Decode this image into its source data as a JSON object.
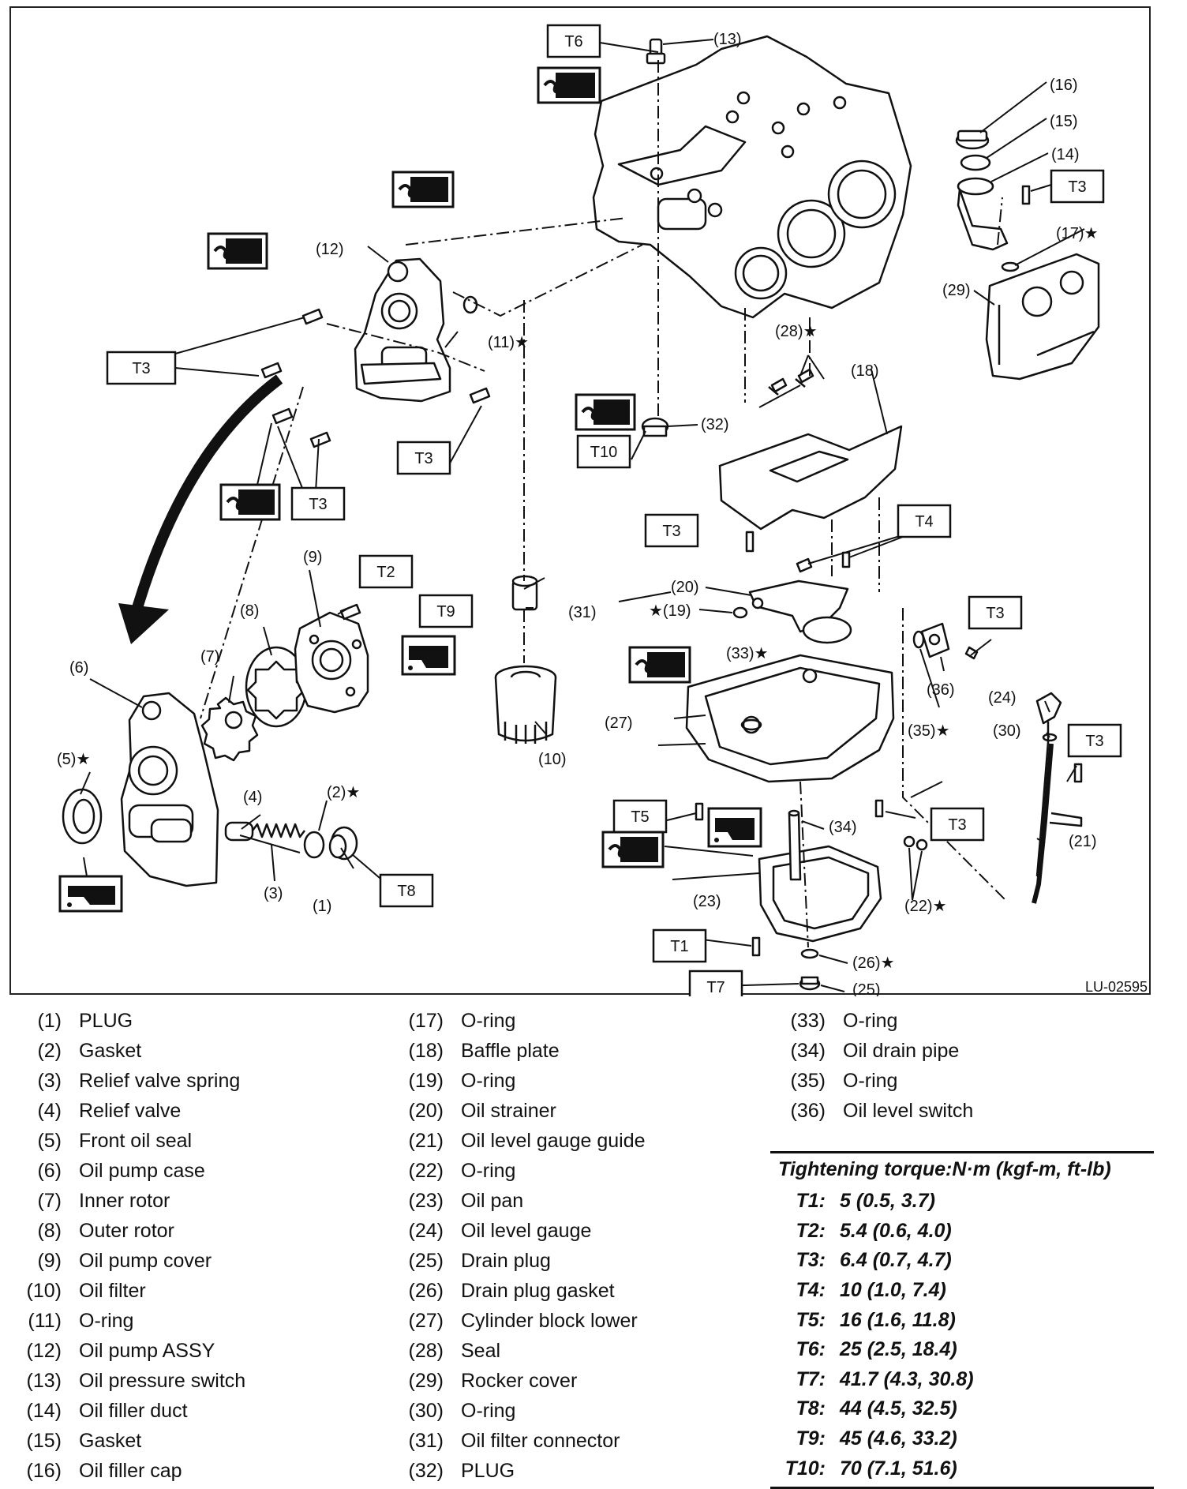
{
  "figure_code": "LU-02595",
  "callouts": [
    "(1)",
    "(2)",
    "(3)",
    "(4)",
    "(5)",
    "(6)",
    "(7)",
    "(8)",
    "(9)",
    "(10)",
    "(11)",
    "(12)",
    "(13)",
    "(14)",
    "(15)",
    "(16)",
    "(17)",
    "(18)",
    "(19)",
    "(20)",
    "(21)",
    "(22)",
    "(23)",
    "(24)",
    "(25)",
    "(26)",
    "(27)",
    "(28)",
    "(29)",
    "(30)",
    "(31)",
    "(32)",
    "(33)",
    "(34)",
    "(35)",
    "(36)"
  ],
  "torque_tags": [
    "T1",
    "T2",
    "T3",
    "T4",
    "T5",
    "T6",
    "T7",
    "T8",
    "T9",
    "T10"
  ],
  "star_symbol": "★",
  "icons": [
    "sealant-tube-icon",
    "engine-oil-can-icon"
  ],
  "legend": {
    "columns": [
      [
        {
          "num": "(1)",
          "name": "PLUG"
        },
        {
          "num": "(2)",
          "name": "Gasket"
        },
        {
          "num": "(3)",
          "name": "Relief valve spring"
        },
        {
          "num": "(4)",
          "name": "Relief valve"
        },
        {
          "num": "(5)",
          "name": "Front oil seal"
        },
        {
          "num": "(6)",
          "name": "Oil pump case"
        },
        {
          "num": "(7)",
          "name": "Inner rotor"
        },
        {
          "num": "(8)",
          "name": "Outer rotor"
        },
        {
          "num": "(9)",
          "name": "Oil pump cover"
        },
        {
          "num": "(10)",
          "name": "Oil filter"
        },
        {
          "num": "(11)",
          "name": "O-ring"
        },
        {
          "num": "(12)",
          "name": "Oil pump ASSY"
        },
        {
          "num": "(13)",
          "name": "Oil pressure switch"
        },
        {
          "num": "(14)",
          "name": "Oil filler duct"
        },
        {
          "num": "(15)",
          "name": "Gasket"
        },
        {
          "num": "(16)",
          "name": "Oil filler cap"
        }
      ],
      [
        {
          "num": "(17)",
          "name": "O-ring"
        },
        {
          "num": "(18)",
          "name": "Baffle plate"
        },
        {
          "num": "(19)",
          "name": "O-ring"
        },
        {
          "num": "(20)",
          "name": "Oil strainer"
        },
        {
          "num": "(21)",
          "name": "Oil level gauge guide"
        },
        {
          "num": "(22)",
          "name": "O-ring"
        },
        {
          "num": "(23)",
          "name": "Oil pan"
        },
        {
          "num": "(24)",
          "name": "Oil level gauge"
        },
        {
          "num": "(25)",
          "name": "Drain plug"
        },
        {
          "num": "(26)",
          "name": "Drain plug gasket"
        },
        {
          "num": "(27)",
          "name": "Cylinder block lower"
        },
        {
          "num": "(28)",
          "name": "Seal"
        },
        {
          "num": "(29)",
          "name": "Rocker cover"
        },
        {
          "num": "(30)",
          "name": "O-ring"
        },
        {
          "num": "(31)",
          "name": "Oil filter connector"
        },
        {
          "num": "(32)",
          "name": "PLUG"
        }
      ],
      [
        {
          "num": "(33)",
          "name": "O-ring"
        },
        {
          "num": "(34)",
          "name": "Oil drain pipe"
        },
        {
          "num": "(35)",
          "name": "O-ring"
        },
        {
          "num": "(36)",
          "name": "Oil level switch"
        }
      ]
    ]
  },
  "torque": {
    "title": "Tightening torque:N·m (kgf-m, ft-lb)",
    "rows": [
      {
        "key": "T1:",
        "value": "5 (0.5, 3.7)"
      },
      {
        "key": "T2:",
        "value": "5.4 (0.6, 4.0)"
      },
      {
        "key": "T3:",
        "value": "6.4 (0.7, 4.7)"
      },
      {
        "key": "T4:",
        "value": "10 (1.0, 7.4)"
      },
      {
        "key": "T5:",
        "value": "16 (1.6, 11.8)"
      },
      {
        "key": "T6:",
        "value": "25 (2.5, 18.4)"
      },
      {
        "key": "T7:",
        "value": "41.7 (4.3, 30.8)"
      },
      {
        "key": "T8:",
        "value": "44 (4.5, 32.5)"
      },
      {
        "key": "T9:",
        "value": "45 (4.6, 33.2)"
      },
      {
        "key": "T10:",
        "value": "70 (7.1, 51.6)"
      }
    ]
  }
}
